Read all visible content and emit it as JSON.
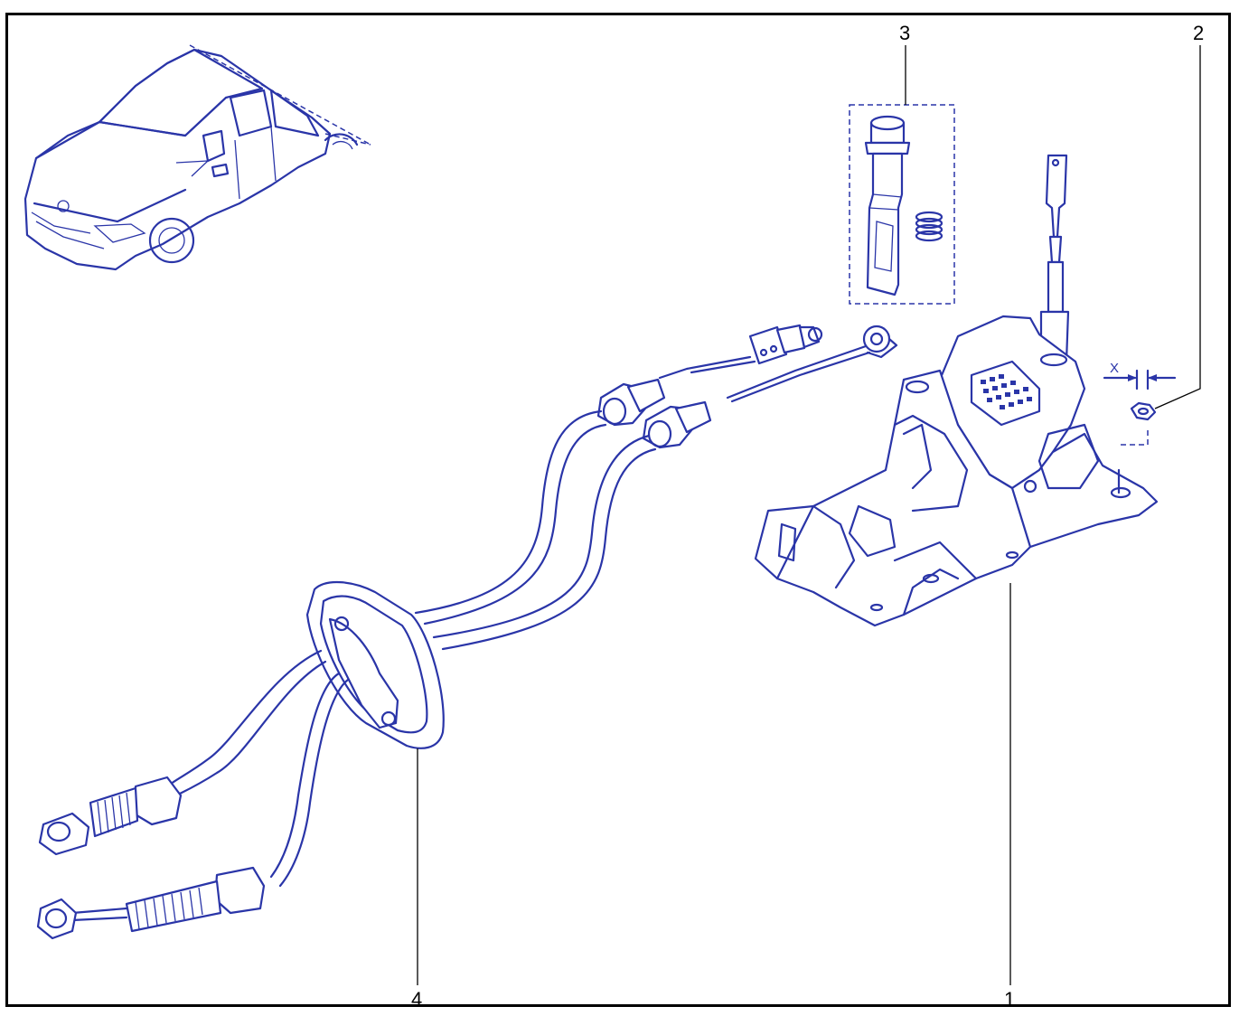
{
  "callouts": {
    "part1": "1",
    "part2": "2",
    "part3": "3",
    "part4": "4"
  },
  "dimension_label": "X",
  "colors": {
    "line": "#2a35a8",
    "border": "#000000",
    "background": "#ffffff"
  }
}
